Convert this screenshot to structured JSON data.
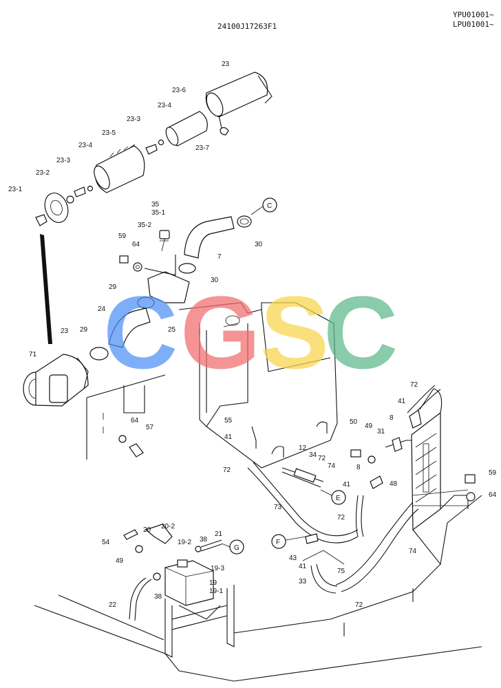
{
  "header": {
    "drawing_number": "24100J17263F1",
    "serial_1": "YPU01001~",
    "serial_2": "LPU01001~"
  },
  "watermark": {
    "letters": [
      {
        "char": "C",
        "color": "#4f8ff7"
      },
      {
        "char": "G",
        "color": "#f26b6b"
      },
      {
        "char": "S",
        "color": "#f9d54a"
      },
      {
        "char": "C",
        "color": "#5cb88a"
      }
    ]
  },
  "callouts": [
    "C",
    "G",
    "E",
    "F"
  ],
  "labels": [
    "23",
    "23-6",
    "23-4",
    "23-3",
    "23-5",
    "23-7",
    "23-4",
    "23-3",
    "23-2",
    "23-1",
    "35",
    "35-1",
    "35-2",
    "59",
    "64",
    "7",
    "30",
    "30",
    "29",
    "24",
    "25",
    "29",
    "23",
    "71",
    "64",
    "57",
    "55",
    "41",
    "72",
    "12",
    "34",
    "72",
    "74",
    "50",
    "49",
    "31",
    "8",
    "8",
    "41",
    "72",
    "41",
    "59",
    "64",
    "48",
    "73",
    "72",
    "74",
    "43",
    "41",
    "75",
    "33",
    "72",
    "54",
    "20",
    "20-2",
    "38",
    "21",
    "49",
    "19-2",
    "19-3",
    "19",
    "19-1",
    "38",
    "22"
  ]
}
